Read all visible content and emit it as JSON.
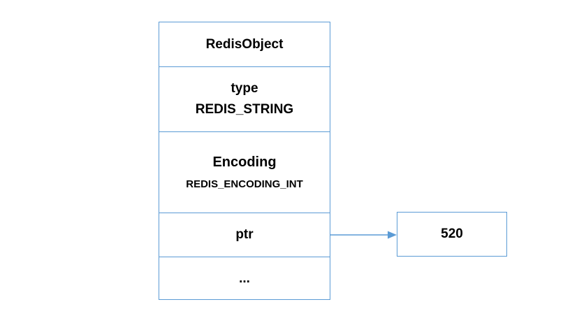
{
  "object": {
    "title": "RedisObject",
    "type_label": "type",
    "type_value": "REDIS_STRING",
    "encoding_label": "Encoding",
    "encoding_value": "REDIS_ENCODING_INT",
    "ptr_label": "ptr",
    "more_label": "..."
  },
  "value_box": {
    "value": "520"
  },
  "colors": {
    "border": "#5b9bd5",
    "arrow": "#5b9bd5",
    "text": "#000000",
    "background": "#ffffff"
  }
}
